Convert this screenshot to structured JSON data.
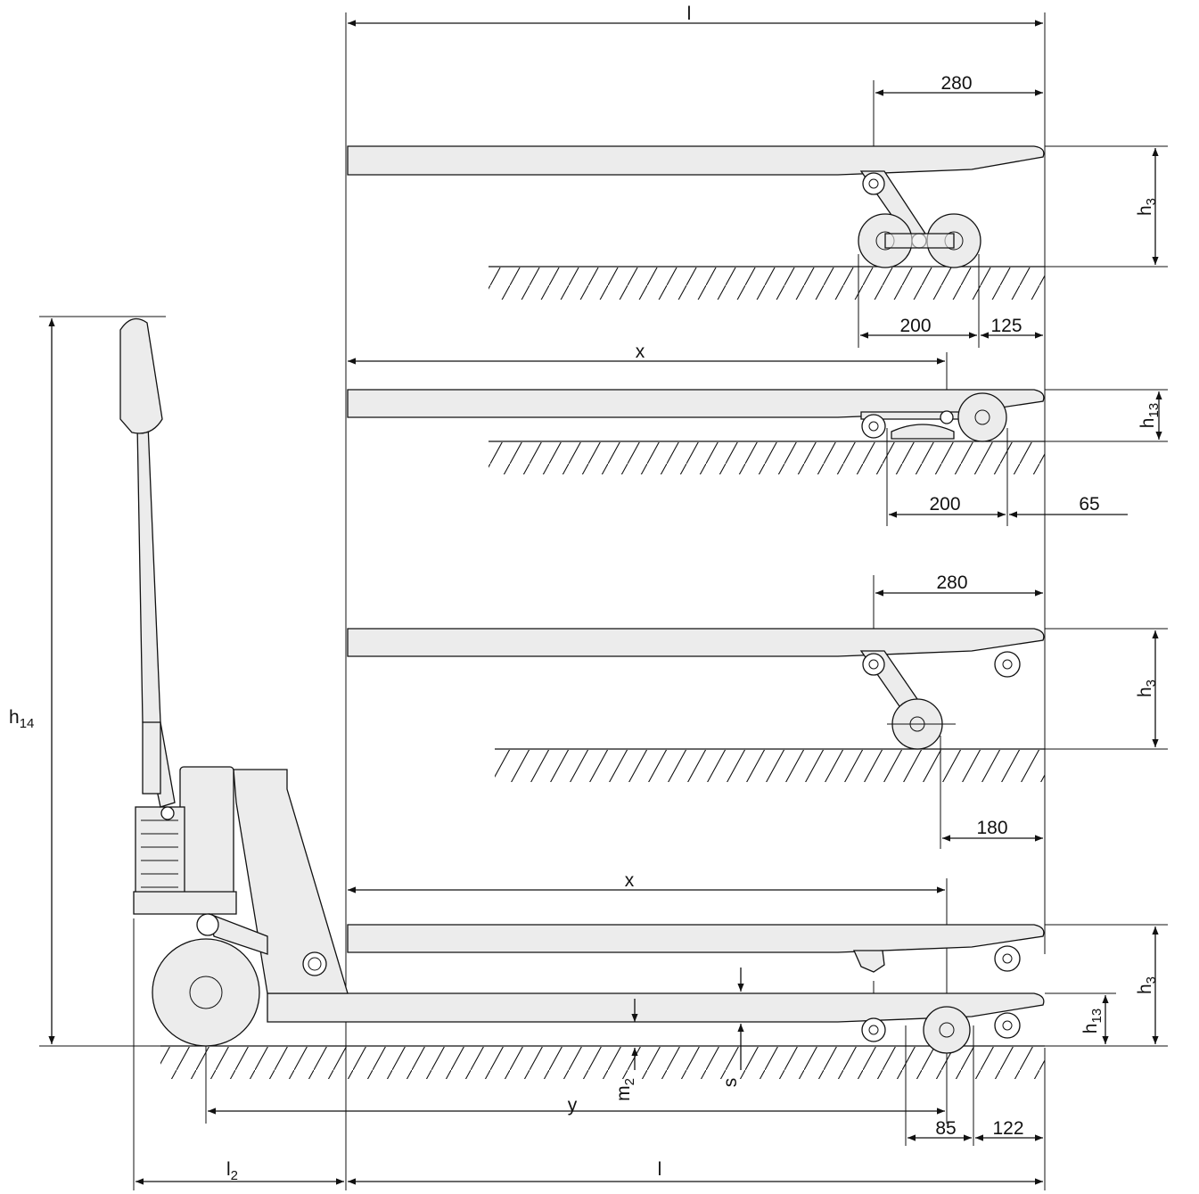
{
  "colors": {
    "stroke": "#111111",
    "part_fill": "#ececec",
    "background": "#ffffff"
  },
  "labels": {
    "l_top": "l",
    "l_bottom": "l",
    "l2_main": "l",
    "l2_sub": "2",
    "x_upper": "x",
    "x_lower": "x",
    "y": "y",
    "h14_main": "h",
    "h14_sub": "14",
    "h3_a_main": "h",
    "h3_a_sub": "3",
    "h13_a_main": "h",
    "h13_a_sub": "13",
    "h3_b_main": "h",
    "h3_b_sub": "3",
    "h3_c_main": "h",
    "h3_c_sub": "3",
    "h13_b_main": "h",
    "h13_b_sub": "13",
    "m2_main": "m",
    "m2_sub": "2",
    "s": "s",
    "dim_280_a": "280",
    "dim_200_a": "200",
    "dim_125": "125",
    "dim_200_b": "200",
    "dim_65": "65",
    "dim_280_b": "280",
    "dim_180": "180",
    "dim_85": "85",
    "dim_122": "122"
  }
}
